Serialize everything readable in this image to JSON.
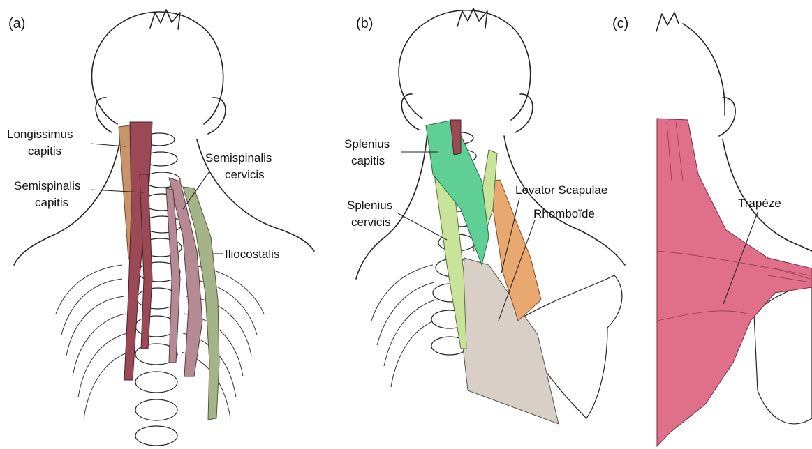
{
  "panels": [
    {
      "id": "a",
      "tag": "(a)",
      "labels": [
        {
          "id": "longissimus",
          "lines": [
            "Longissimus",
            "capitis"
          ]
        },
        {
          "id": "semispinalis-cap",
          "lines": [
            "Semispinalis",
            "capitis"
          ]
        },
        {
          "id": "semispinalis-cerv",
          "lines": [
            "Semispinalis",
            "cervicis"
          ]
        },
        {
          "id": "iliocostalis",
          "lines": [
            "Iliocostalis"
          ]
        }
      ]
    },
    {
      "id": "b",
      "tag": "(b)",
      "labels": [
        {
          "id": "splenius-cap",
          "lines": [
            "Splenius",
            "capitis"
          ]
        },
        {
          "id": "splenius-cerv",
          "lines": [
            "Splenius",
            "cervicis"
          ]
        },
        {
          "id": "levator",
          "lines": [
            "Levator Scapulae"
          ]
        },
        {
          "id": "rhomboide",
          "lines": [
            "Rhomboïde"
          ]
        }
      ]
    },
    {
      "id": "c",
      "tag": "(c)",
      "labels": [
        {
          "id": "trapeze",
          "lines": [
            "Trapèze"
          ]
        }
      ]
    }
  ],
  "colors": {
    "longissimus": "#c8946a",
    "semispinalis": "#9b4a55",
    "semispinalis_cervicis": "#b58a93",
    "iliocostalis": "#a4b388",
    "splenius_capitis": "#5fcf95",
    "splenius_cervicis": "#c8e39a",
    "levator": "#e9a870",
    "rhomboid": "#d8cfc6",
    "trapezius": "#e0708a"
  }
}
